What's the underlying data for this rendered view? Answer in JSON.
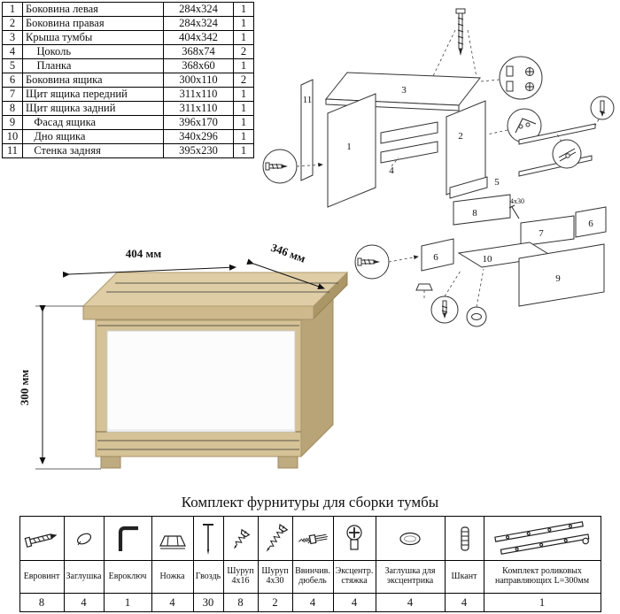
{
  "colors": {
    "wood_top": "#dfcda6",
    "wood_front": "#d5c296",
    "wood_side": "#b9a478",
    "drawer_white": "#fcfcfc",
    "line": "#333333"
  },
  "parts_table": {
    "rows": [
      {
        "num": "1",
        "name": "Боковина левая",
        "size": "284x324",
        "qty": "1"
      },
      {
        "num": "2",
        "name": "Боковина правая",
        "size": "284x324",
        "qty": "1"
      },
      {
        "num": "3",
        "name": "Крыша тумбы",
        "size": "404x342",
        "qty": "1"
      },
      {
        "num": "4",
        "name": "    Цоколь",
        "size": "368x74",
        "qty": "2"
      },
      {
        "num": "5",
        "name": "    Планка",
        "size": "368x60",
        "qty": "1"
      },
      {
        "num": "6",
        "name": "Боковина ящика",
        "size": "300x110",
        "qty": "2"
      },
      {
        "num": "7",
        "name": "Щит ящика передний",
        "size": "311x110",
        "qty": "1"
      },
      {
        "num": "8",
        "name": "Щит ящика задний",
        "size": "311x110",
        "qty": "1"
      },
      {
        "num": "9",
        "name": "   Фасад ящика",
        "size": "396x170",
        "qty": "1"
      },
      {
        "num": "10",
        "name": "   Дно ящика",
        "size": "340x296",
        "qty": "1"
      },
      {
        "num": "11",
        "name": "   Стенка задняя",
        "size": "395x230",
        "qty": "1"
      }
    ]
  },
  "render": {
    "width_label": "404 мм",
    "depth_label": "346 мм",
    "height_label": "300 мм"
  },
  "diagram": {
    "labels": {
      "p1": "1",
      "p2": "2",
      "p3": "3",
      "p4": "4",
      "p5": "5",
      "p6a": "6",
      "p6b": "6",
      "p7": "7",
      "p8": "8",
      "p9": "9",
      "p10": "10",
      "p11": "11",
      "s4x30": "4x30"
    }
  },
  "hardware": {
    "title": "Комплект фурнитуры для сборки тумбы",
    "items": [
      {
        "icon": "confirmat-screw-icon",
        "name": "Евровинт",
        "qty": "8"
      },
      {
        "icon": "cap-icon",
        "name": "Заглушка",
        "qty": "4"
      },
      {
        "icon": "hex-key-icon",
        "name": "Евроключ",
        "qty": "1"
      },
      {
        "icon": "foot-icon",
        "name": "Ножка",
        "qty": "4"
      },
      {
        "icon": "nail-icon",
        "name": "Гвоздь",
        "qty": "30"
      },
      {
        "icon": "screw-4x16-icon",
        "name": "Шуруп 4x16",
        "qty": "8"
      },
      {
        "icon": "screw-4x30-icon",
        "name": "Шуруп 4x30",
        "qty": "2"
      },
      {
        "icon": "dowel-screw-icon",
        "name": "Ввинчив. дюбель",
        "qty": "4"
      },
      {
        "icon": "cam-lock-icon",
        "name": "Эксцентр. стяжка",
        "qty": "4"
      },
      {
        "icon": "cam-cap-icon",
        "name": "Заглушка для эксцентрика",
        "qty": "4"
      },
      {
        "icon": "wood-dowel-icon",
        "name": "Шкант",
        "qty": "4"
      },
      {
        "icon": "drawer-slides-icon",
        "name": "Комплект роликовых направляющих L=300мм",
        "qty": "1"
      }
    ]
  }
}
